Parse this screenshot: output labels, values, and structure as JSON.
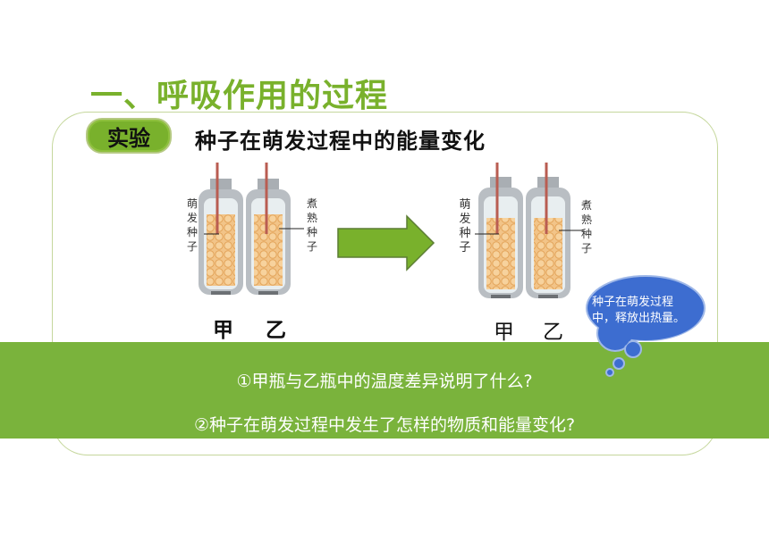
{
  "title": "一、呼吸作用的过程",
  "badge": "实验",
  "subtitle": "种子在萌发过程中的能量变化",
  "before": {
    "left_side_label": "萌发种子",
    "right_side_label": "煮熟种子",
    "jar_a": "甲",
    "jar_b": "乙"
  },
  "after": {
    "left_side_label": "萌发种子",
    "right_side_label": "煮熟种子",
    "jar_a": "甲",
    "jar_b": "乙"
  },
  "callout": "种子在萌发过程中，释放出热量。",
  "questions": [
    "①甲瓶与乙瓶中的温度差异说明了什么?",
    "②种子在萌发过程中发生了怎样的物质和能量变化?"
  ],
  "colors": {
    "accent_green": "#79b12c",
    "panel_green": "#7ab33c",
    "cloud_blue": "#3d6dd0"
  }
}
